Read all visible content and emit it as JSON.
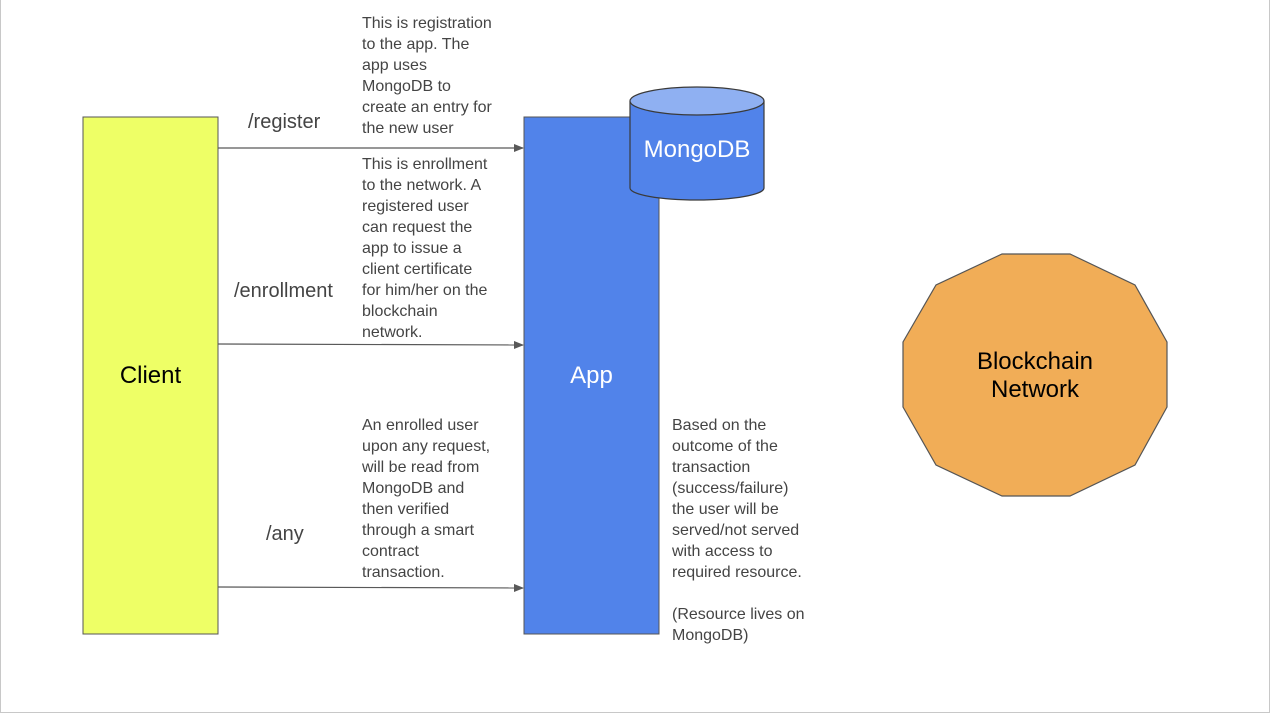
{
  "nodes": {
    "client": {
      "label": "Client",
      "fill": "#eeff66",
      "stroke": "#555555",
      "text_color": "#000000"
    },
    "app": {
      "label": "App",
      "fill": "#5183ea",
      "stroke": "#555555",
      "text_color": "#ffffff"
    },
    "db": {
      "label": "MongoDB",
      "fill": "#5183ea",
      "top_fill": "#8fb0f2",
      "stroke": "#3a3a3a",
      "text_color": "#ffffff"
    },
    "blockchain": {
      "label": "Blockchain\nNetwork",
      "fill": "#f1ad57",
      "stroke": "#555555",
      "text_color": "#000000"
    }
  },
  "edges": [
    {
      "label": "/register",
      "from": "client",
      "to": "app"
    },
    {
      "label": "/enrollment",
      "from": "client",
      "to": "app"
    },
    {
      "label": "/any",
      "from": "client",
      "to": "app"
    }
  ],
  "notes": {
    "register": "This is registration\nto the app. The\napp uses\nMongoDB to\ncreate an entry for\nthe new user",
    "enrollment": "This is enrollment\nto the network. A\nregistered user\ncan request the\napp to issue a\nclient certificate\nfor him/her on the\nblockchain\nnetwork.",
    "any": "An enrolled user\nupon any request,\nwill be read from\nMongoDB and\nthen verified\nthrough a smart\ncontract\ntransaction.",
    "outcome": "Based on the\noutcome of the\ntransaction\n(success/failure)\nthe user will be\nserved/not served\nwith access to\nrequired resource.\n\n(Resource lives on\nMongoDB)"
  },
  "colors": {
    "arrow": "#595959"
  }
}
